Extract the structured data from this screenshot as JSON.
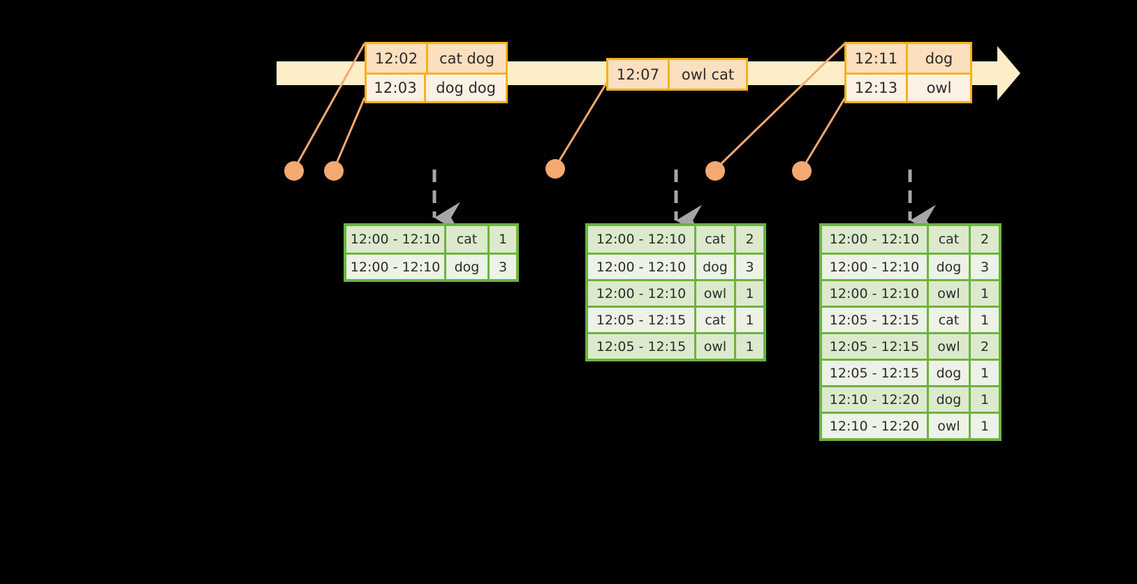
{
  "diagram": {
    "timeline": {
      "color_band": "#fdeec9",
      "border_color": "#f5b218",
      "marker_color": "#f4a971"
    },
    "event_groups": [
      {
        "name": "event-group-1",
        "rows": [
          {
            "time": "12:02",
            "words": "cat dog"
          },
          {
            "time": "12:03",
            "words": "dog dog"
          }
        ]
      },
      {
        "name": "event-group-2",
        "rows": [
          {
            "time": "12:07",
            "words": "owl cat"
          }
        ]
      },
      {
        "name": "event-group-3",
        "rows": [
          {
            "time": "12:11",
            "words": "dog"
          },
          {
            "time": "12:13",
            "words": "owl"
          }
        ]
      }
    ],
    "result_tables": [
      {
        "name": "result-table-1",
        "rows": [
          {
            "window": "12:00 - 12:10",
            "key": "cat",
            "count": "1"
          },
          {
            "window": "12:00 - 12:10",
            "key": "dog",
            "count": "3"
          }
        ]
      },
      {
        "name": "result-table-2",
        "rows": [
          {
            "window": "12:00 - 12:10",
            "key": "cat",
            "count": "2"
          },
          {
            "window": "12:00 - 12:10",
            "key": "dog",
            "count": "3"
          },
          {
            "window": "12:00 - 12:10",
            "key": "owl",
            "count": "1"
          },
          {
            "window": "12:05 - 12:15",
            "key": "cat",
            "count": "1"
          },
          {
            "window": "12:05 - 12:15",
            "key": "owl",
            "count": "1"
          }
        ]
      },
      {
        "name": "result-table-3",
        "rows": [
          {
            "window": "12:00 - 12:10",
            "key": "cat",
            "count": "2"
          },
          {
            "window": "12:00 - 12:10",
            "key": "dog",
            "count": "3"
          },
          {
            "window": "12:00 - 12:10",
            "key": "owl",
            "count": "1"
          },
          {
            "window": "12:05 - 12:15",
            "key": "cat",
            "count": "1"
          },
          {
            "window": "12:05 - 12:15",
            "key": "owl",
            "count": "2"
          },
          {
            "window": "12:05 - 12:15",
            "key": "dog",
            "count": "1"
          },
          {
            "window": "12:10 - 12:20",
            "key": "dog",
            "count": "1"
          },
          {
            "window": "12:10 - 12:20",
            "key": "owl",
            "count": "1"
          }
        ]
      }
    ]
  }
}
